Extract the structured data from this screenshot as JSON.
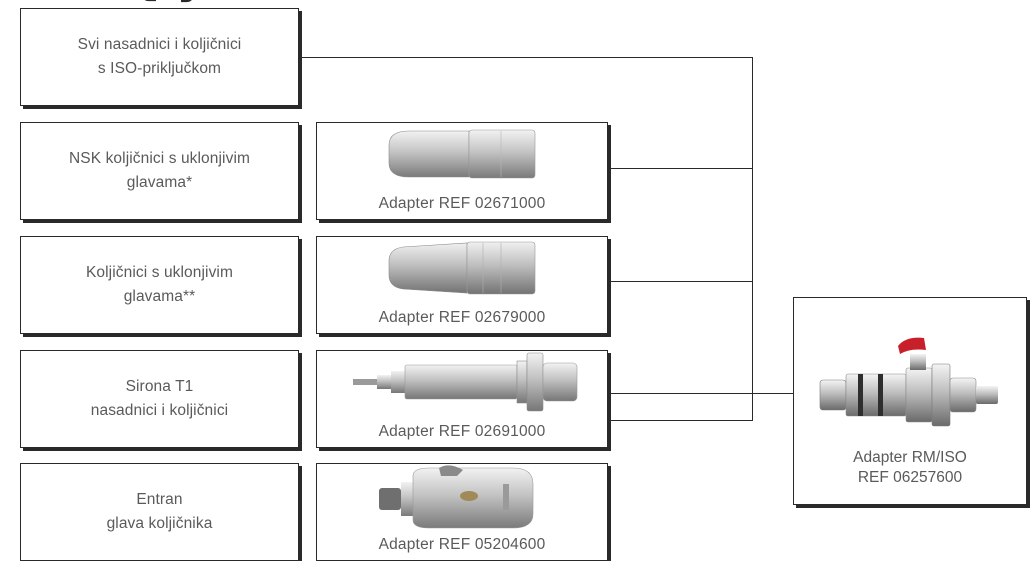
{
  "sources": [
    {
      "label": "Svi nasadnici i koljičnici\ns ISO-priključkom"
    },
    {
      "label": "NSK koljičnici s uklonjivim\nglavama*",
      "adapter_ref": "Adapter REF 02671000",
      "adapter_icon": "nsk-adapter-icon"
    },
    {
      "label": "Koljičnici s uklonjivim\nglavama**",
      "adapter_ref": "Adapter REF 02679000",
      "adapter_icon": "tapered-adapter-icon"
    },
    {
      "label": "Sirona T1\nnasadnici i koljičnici",
      "adapter_ref": "Adapter REF 02691000",
      "adapter_icon": "sirona-adapter-icon"
    },
    {
      "label": "Entran\nglava koljičnika",
      "adapter_ref": "Adapter REF 05204600",
      "adapter_icon": "entran-adapter-icon"
    }
  ],
  "main_adapter": {
    "ref": "Adapter RM/ISO\nREF 06257600",
    "icon": "rm-iso-adapter-icon"
  },
  "colors": {
    "line": "#2a2a2a",
    "text": "#5a5a5a",
    "metal_light": "#d9d9d9",
    "metal_dark": "#8a8a8a",
    "valve_red": "#c8202a"
  }
}
